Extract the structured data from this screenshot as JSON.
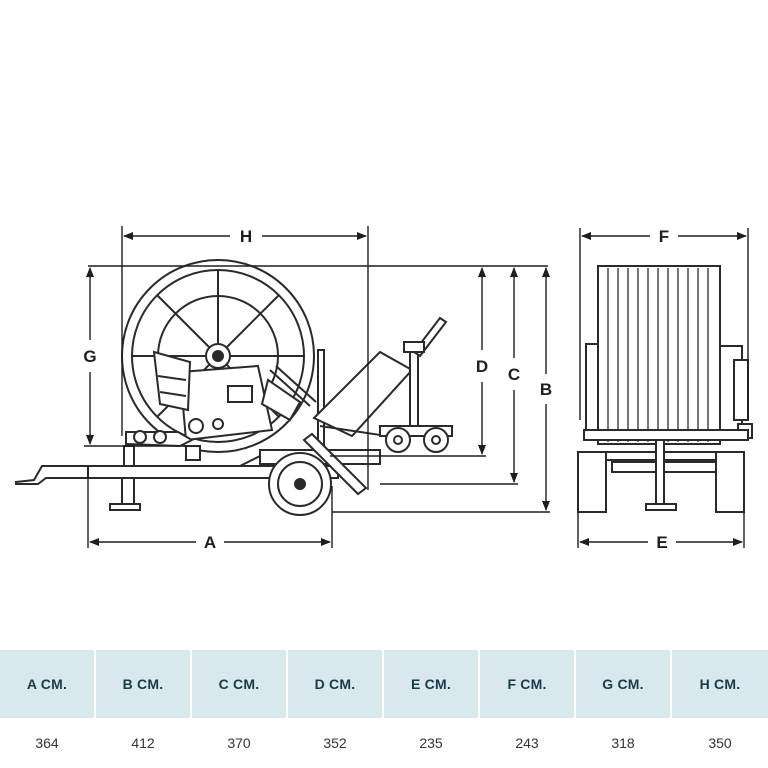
{
  "diagram": {
    "labels": {
      "a": "A",
      "b": "B",
      "c": "C",
      "d": "D",
      "e": "E",
      "f": "F",
      "g": "G",
      "h": "H"
    }
  },
  "table": {
    "headers": [
      "A CM.",
      "B CM.",
      "C CM.",
      "D CM.",
      "E CM.",
      "F CM.",
      "G CM.",
      "H CM."
    ],
    "values": [
      "364",
      "412",
      "370",
      "352",
      "235",
      "243",
      "318",
      "350"
    ],
    "header_bg": "#d8e8ec",
    "header_text_color": "#173d4a"
  }
}
